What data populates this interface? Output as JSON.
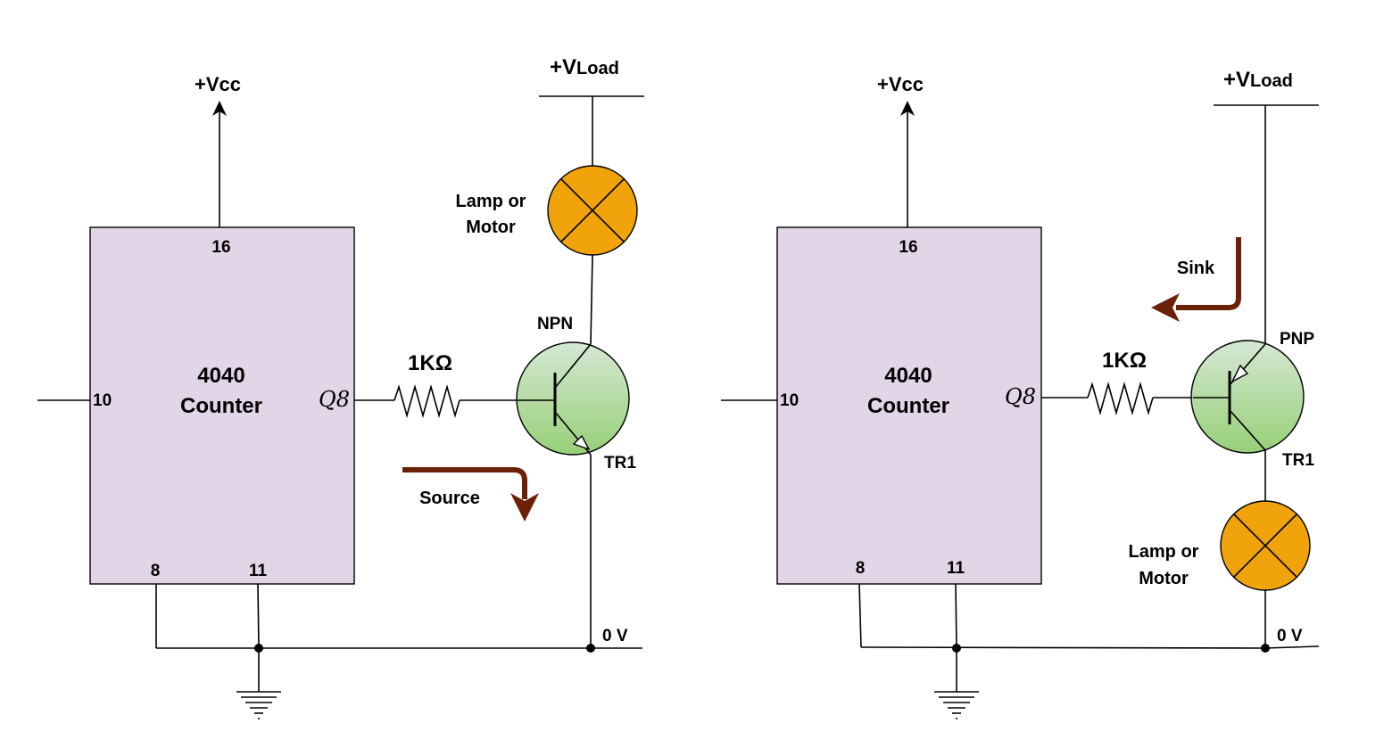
{
  "colors": {
    "ic_fill": "#e1d5e7",
    "lamp_fill": "#f0a30a",
    "transistor_top": "#d5e8d4",
    "transistor_bottom": "#97d077",
    "arrow": "#6b2008",
    "wire": "#000000"
  },
  "left": {
    "vcc": "+Vcc",
    "vload_main": "+V",
    "vload_sub": "Load",
    "ic_pin_top": "16",
    "ic_pin_left": "10",
    "ic_pin_bottom_a": "8",
    "ic_pin_bottom_b": "11",
    "ic_name_line1": "4040",
    "ic_name_line2": "Counter",
    "ic_output": "Q8",
    "resistor": "1KΩ",
    "transistor_type": "NPN",
    "transistor_ref": "TR1",
    "lamp_line1": "Lamp or",
    "lamp_line2": "Motor",
    "current_label": "Source",
    "ground_label": "0 V"
  },
  "right": {
    "vcc": "+Vcc",
    "vload_main": "+V",
    "vload_sub": "Load",
    "ic_pin_top": "16",
    "ic_pin_left": "10",
    "ic_pin_bottom_a": "8",
    "ic_pin_bottom_b": "11",
    "ic_name_line1": "4040",
    "ic_name_line2": "Counter",
    "ic_output": "Q8",
    "resistor": "1KΩ",
    "transistor_type": "PNP",
    "transistor_ref": "TR1",
    "lamp_line1": "Lamp or",
    "lamp_line2": "Motor",
    "current_label": "Sink",
    "ground_label": "0 V"
  }
}
